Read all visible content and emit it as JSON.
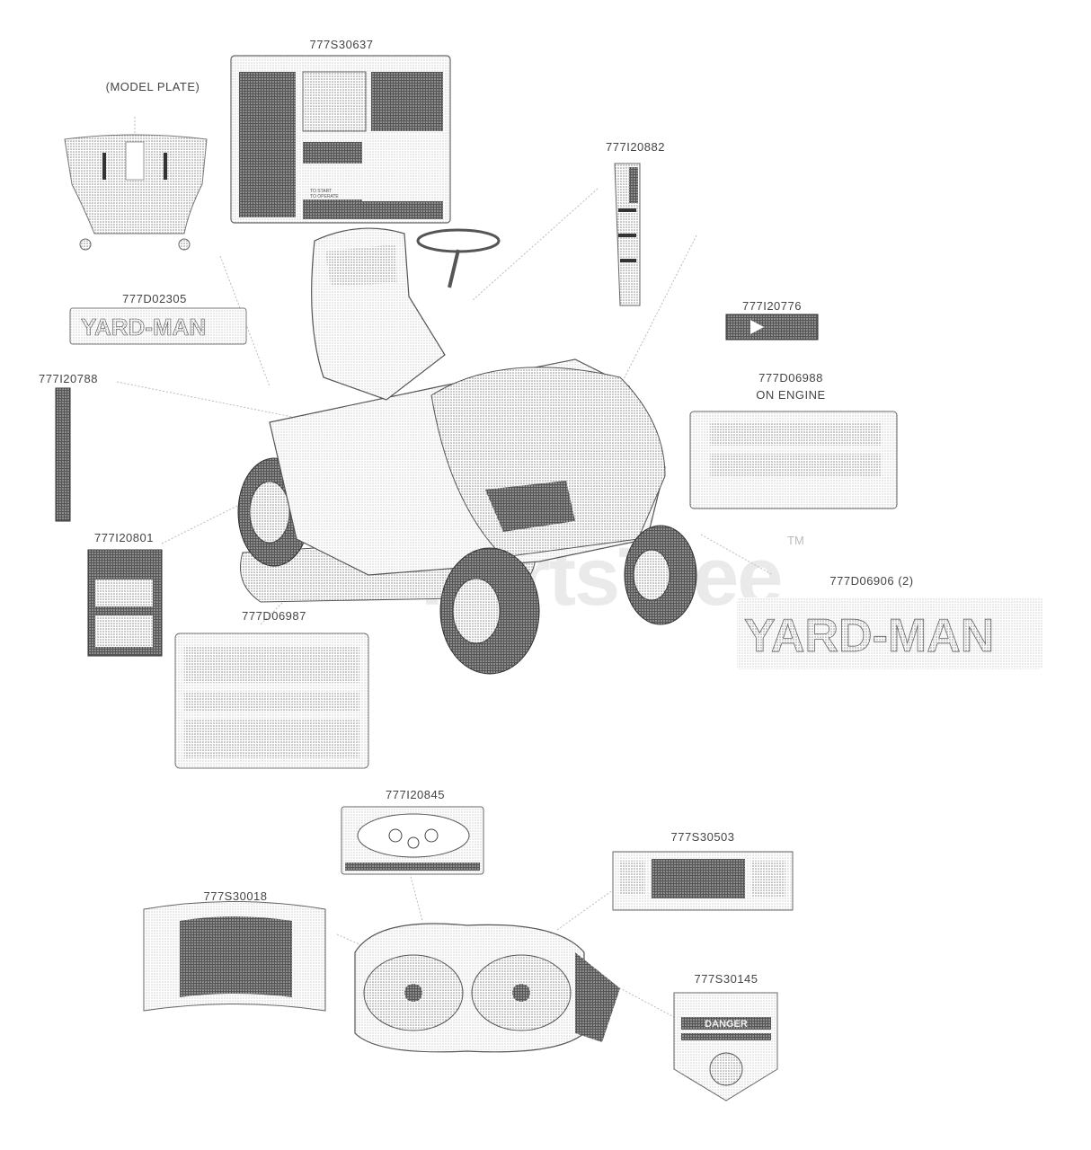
{
  "labels": {
    "model_plate": "(MODEL PLATE)",
    "p777S30637": "777S30637",
    "p777I20882": "777I20882",
    "p777D02305": "777D02305",
    "p777I20776": "777I20776",
    "p777I20788": "777I20788",
    "p777D06988": "777D06988",
    "on_engine": "ON ENGINE",
    "p777I20801": "777I20801",
    "p777D06906": "777D06906 (2)",
    "p777D06987": "777D06987",
    "p777I20845": "777I20845",
    "p777S30503": "777S30503",
    "p777S30018": "777S30018",
    "p777S30145": "777S30145"
  },
  "decals": {
    "yard_man": "YARD-MAN",
    "danger": "DANGER",
    "to_start": "TO START",
    "to_operate": "TO OPERATE"
  },
  "watermark": {
    "text": "PartsTree",
    "tm": "TM"
  },
  "colors": {
    "label_text": "#444444",
    "stipple": "#8a8a8a",
    "dark_stipple": "#3a3a3a",
    "watermark": "#d9d9d9"
  }
}
